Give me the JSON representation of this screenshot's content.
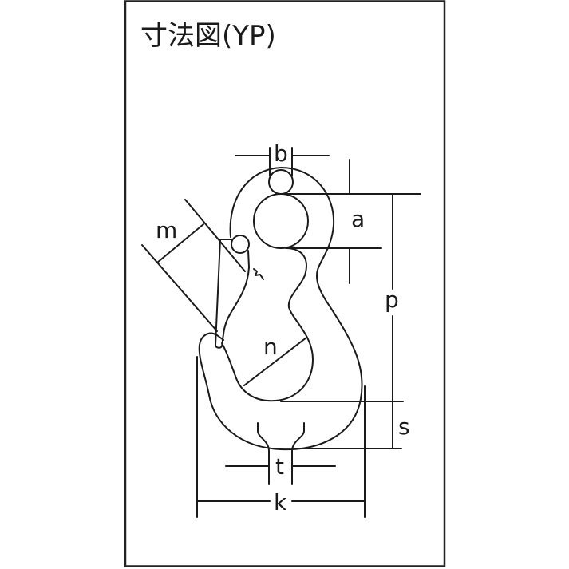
{
  "title": "寸法図(YP)",
  "diagram": {
    "subject": "eye hook with safety latch",
    "dimension_labels": {
      "a": "a",
      "b": "b",
      "p": "p",
      "s": "s",
      "m": "m",
      "n": "n",
      "t": "t",
      "k": "k"
    }
  },
  "colors": {
    "line": "#1a1a1a",
    "frame": "#222222",
    "background": "#ffffff"
  }
}
